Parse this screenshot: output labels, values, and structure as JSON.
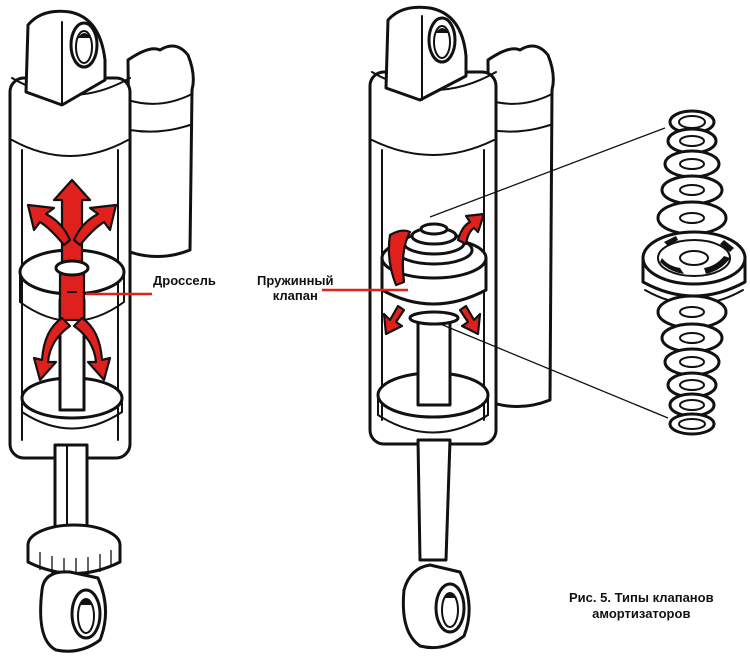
{
  "figure": {
    "caption_line1": "Рис. 5. Типы клапанов",
    "caption_line2": "амортизаторов",
    "accent_color": "#e0201c",
    "line_color": "#111111"
  },
  "labels": {
    "throttle": "Дроссель",
    "spring_valve_line1": "Пружинный",
    "spring_valve_line2": "клапан"
  },
  "components": [
    {
      "id": "shock-left",
      "description": "Shock absorber with throttle (orifice) valve, red flow arrows"
    },
    {
      "id": "shock-middle",
      "description": "Shock absorber with spring (shim stack) valve, red flow arrows"
    },
    {
      "id": "valve-exploded",
      "description": "Exploded view of valve shim stack and piston"
    }
  ]
}
